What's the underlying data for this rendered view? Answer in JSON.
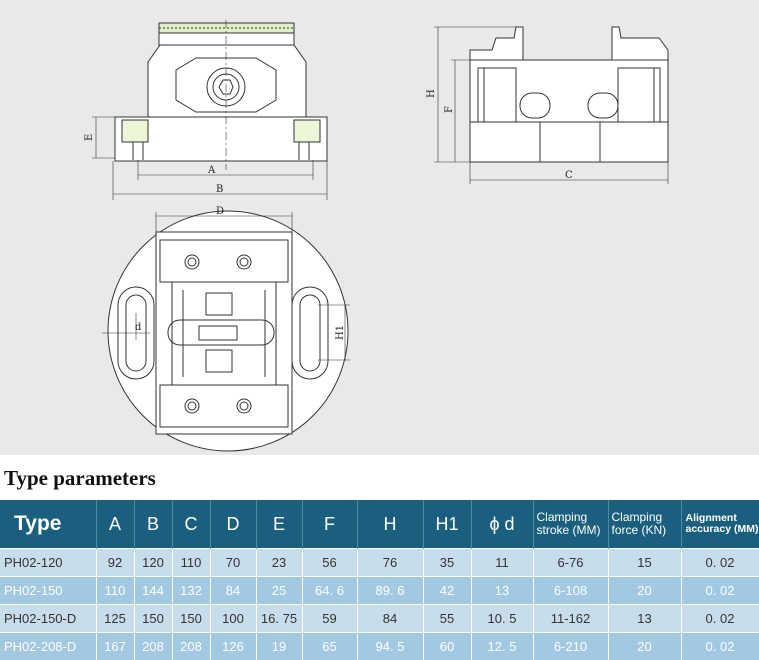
{
  "drawing": {
    "labels": {
      "A": "A",
      "B": "B",
      "C": "C",
      "D": "D",
      "E": "E",
      "F": "F",
      "H": "H",
      "H1": "H1",
      "d": "d"
    }
  },
  "section_title": "Type parameters",
  "table": {
    "headers": [
      "Type",
      "A",
      "B",
      "C",
      "D",
      "E",
      "F",
      "H",
      "H1",
      "ϕ d",
      "Clamping stroke (MM)",
      "Clamping force (KN)",
      "Alignment accuracy (MM)"
    ],
    "rows": [
      [
        "PH02-120",
        "92",
        "120",
        "110",
        "70",
        "23",
        "56",
        "76",
        "35",
        "11",
        "6-76",
        "15",
        "0. 02"
      ],
      [
        "PH02-150",
        "110",
        "144",
        "132",
        "84",
        "25",
        "64. 6",
        "89. 6",
        "42",
        "13",
        "6-108",
        "20",
        "0. 02"
      ],
      [
        "PH02-150-D",
        "125",
        "150",
        "150",
        "100",
        "16. 75",
        "59",
        "84",
        "55",
        "10. 5",
        "11-162",
        "13",
        "0. 02"
      ],
      [
        "PH02-208-D",
        "167",
        "208",
        "208",
        "126",
        "19",
        "65",
        "94. 5",
        "60",
        "12. 5",
        "6-210",
        "20",
        "0. 02"
      ]
    ]
  }
}
